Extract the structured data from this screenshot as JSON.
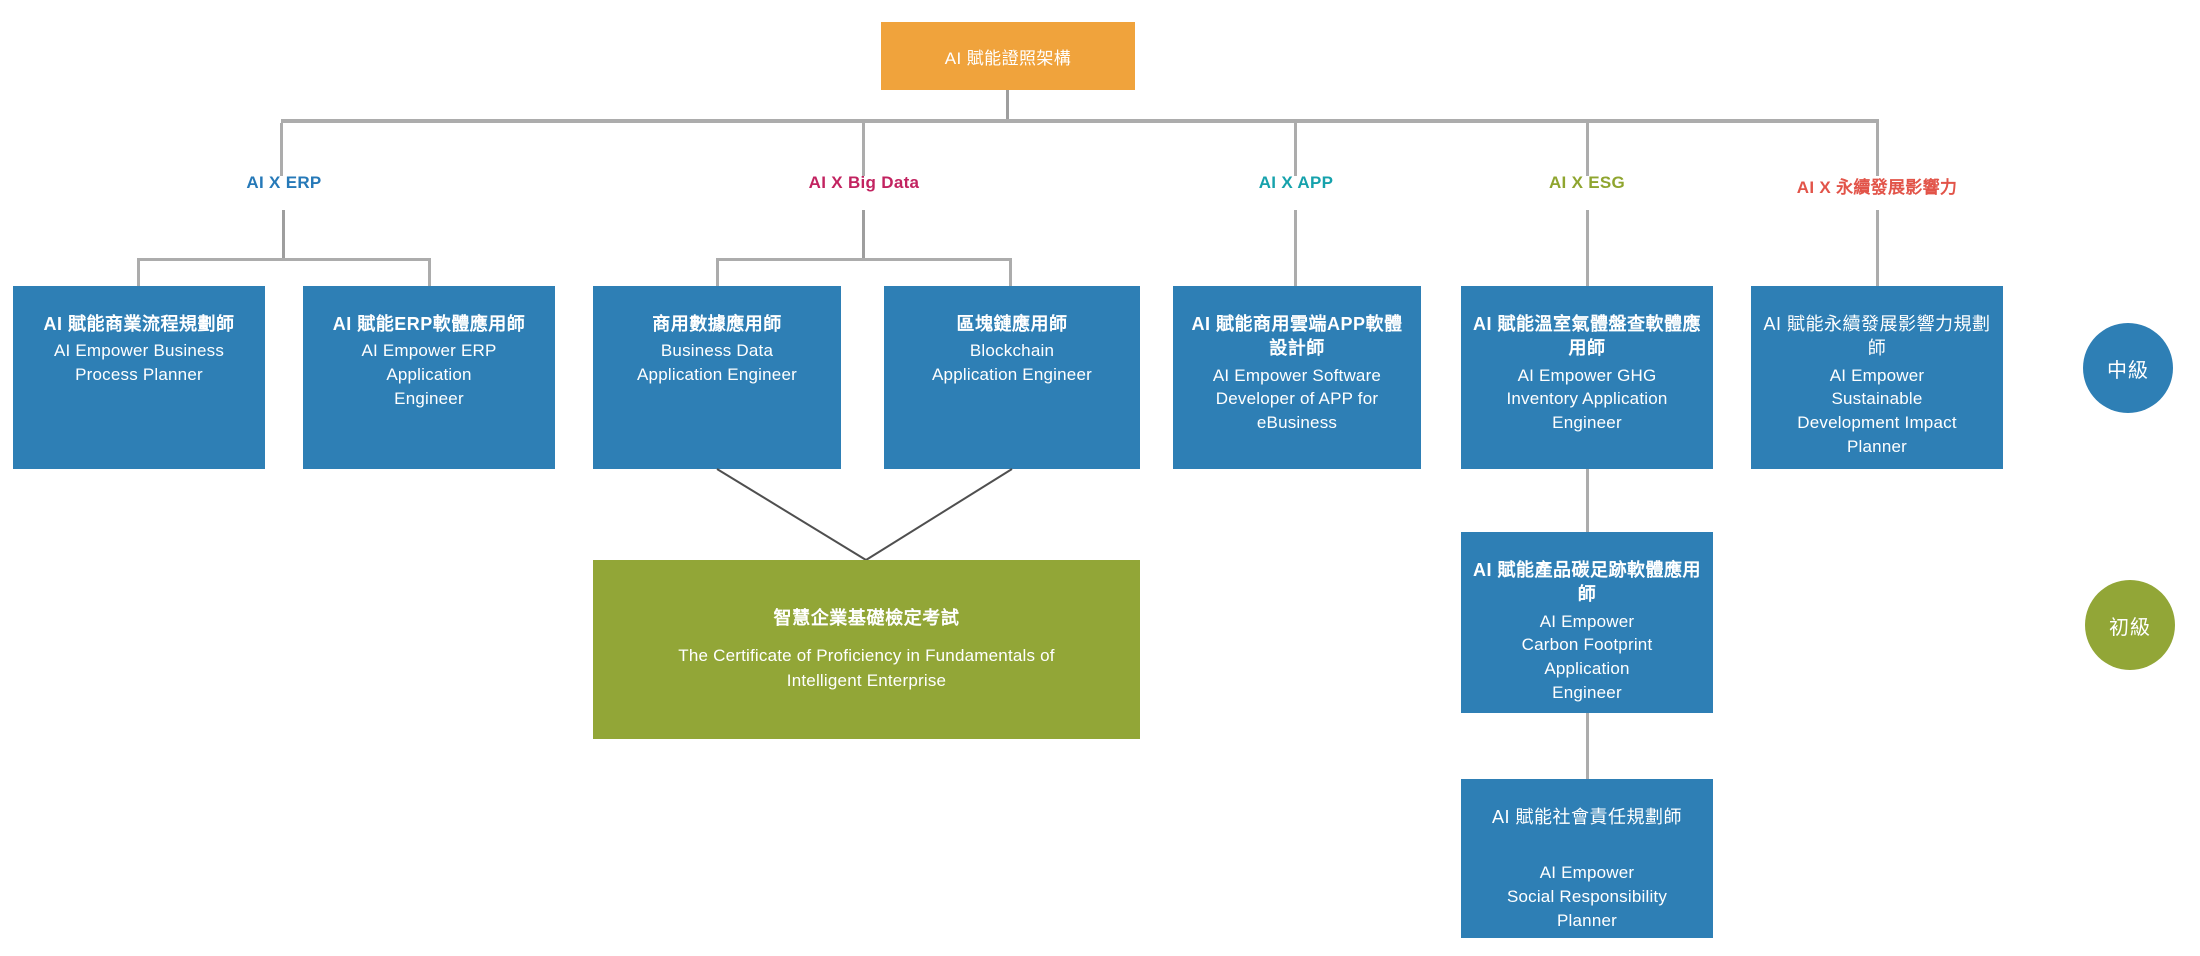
{
  "root": {
    "label": "AI 賦能證照架構"
  },
  "branches": [
    {
      "id": "erp",
      "label": "AI X ERP",
      "color": "#2679B8"
    },
    {
      "id": "bigdata",
      "label": "AI X Big Data",
      "color": "#C22360"
    },
    {
      "id": "app",
      "label": "AI X APP",
      "color": "#16A2AC"
    },
    {
      "id": "esg",
      "label": "AI X ESG",
      "color": "#8FA52F"
    },
    {
      "id": "sustain",
      "label": "AI X 永續發展影響力",
      "color": "#E25449"
    }
  ],
  "certs": {
    "business_process": {
      "title": "AI 賦能商業流程規劃師",
      "subtitle": "AI Empower Business\nProcess Planner"
    },
    "erp_software": {
      "title": "AI 賦能ERP軟體應用師",
      "subtitle": "AI Empower ERP\nApplication\nEngineer"
    },
    "business_data": {
      "title": "商用數據應用師",
      "subtitle": "Business Data\nApplication Engineer"
    },
    "blockchain": {
      "title": "區塊鏈應用師",
      "subtitle": "Blockchain\nApplication Engineer"
    },
    "cloud_app": {
      "title": "AI 賦能商用雲端APP軟體設計師",
      "subtitle": "AI Empower Software\nDeveloper of APP for\neBusiness"
    },
    "ghg_inventory": {
      "title": "AI 賦能溫室氣體盤查軟體應用師",
      "subtitle": "AI Empower GHG\nInventory Application\nEngineer"
    },
    "sustainable_impact": {
      "title": "AI 賦能永續發展影響力規劃師",
      "subtitle": "AI Empower\nSustainable\nDevelopment Impact\nPlanner"
    },
    "carbon_footprint": {
      "title": "AI 賦能產品碳足跡軟體應用師",
      "subtitle": "AI Empower\nCarbon Footprint\nApplication\nEngineer"
    },
    "social_responsibility": {
      "title": "AI 賦能社會責任規劃師",
      "subtitle": "AI Empower\nSocial Responsibility\nPlanner"
    }
  },
  "exam": {
    "title": "智慧企業基礎檢定考試",
    "subtitle": "The Certificate of Proficiency in Fundamentals of\nIntelligent Enterprise"
  },
  "levels": {
    "intermediate": "中級",
    "beginner": "初級"
  },
  "colors": {
    "root_box": "#F0A33C",
    "cert_box": "#2E7FB5",
    "exam_box": "#92A637",
    "connector": "#ACACAC",
    "merge_line": "#4F4F4F",
    "level_intermediate_badge": "#2E7FB5",
    "level_beginner_badge": "#92A637"
  }
}
